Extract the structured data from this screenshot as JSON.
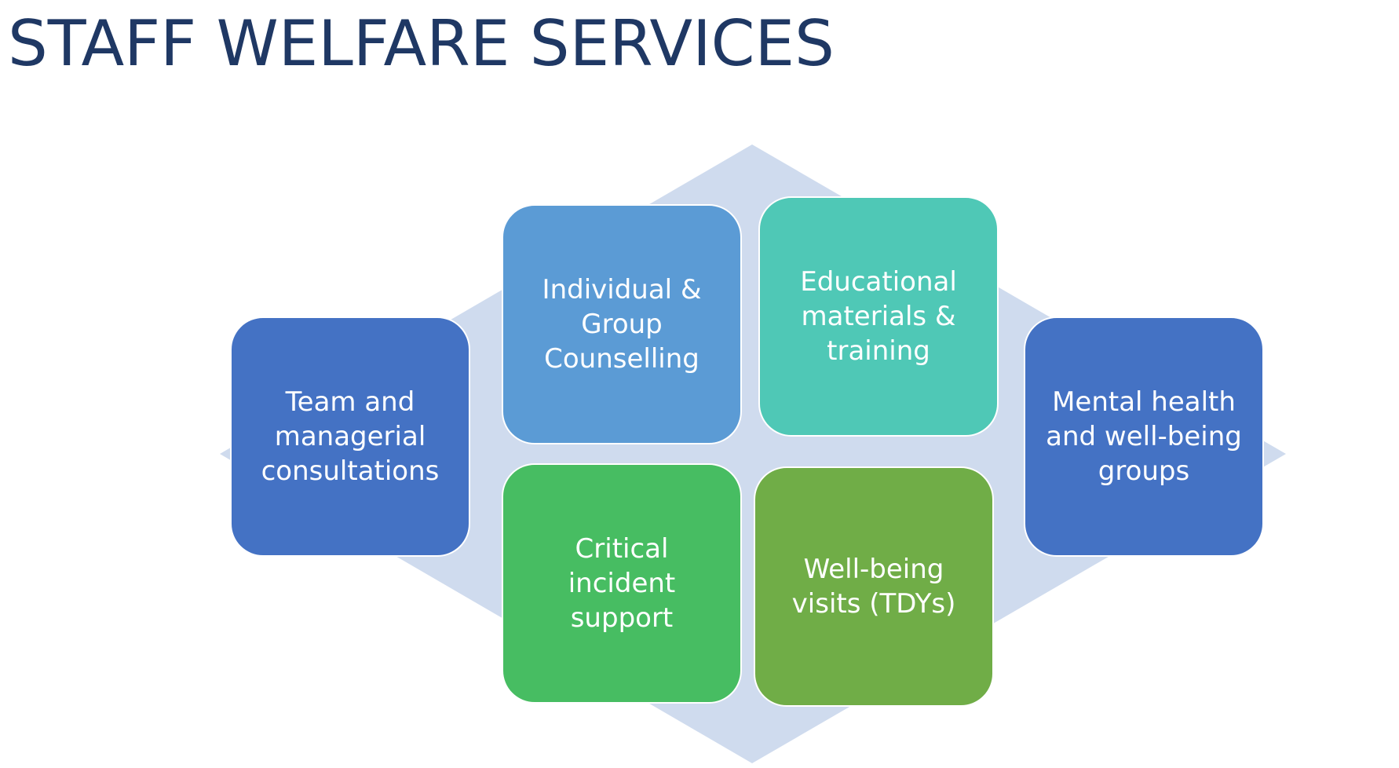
{
  "title": "STAFF WELFARE SERVICES",
  "colors": {
    "title": "#1f3864",
    "diamond": "#cfdbee",
    "dark_blue": "#4472c4",
    "light_blue": "#5b9bd5",
    "teal": "#4fc8b6",
    "green": "#47bd62",
    "olive_green": "#70ad47"
  },
  "services": {
    "left": {
      "label": "Team and\nmanagerial\nconsultations",
      "color": "#4472c4"
    },
    "top_left": {
      "label": "Individual &\nGroup\nCounselling",
      "color": "#5b9bd5"
    },
    "top_right": {
      "label": "Educational\nmaterials &\ntraining",
      "color": "#4fc8b6"
    },
    "bottom_left": {
      "label": "Critical incident\nsupport",
      "color": "#47bd62"
    },
    "bottom_right": {
      "label": "Well-being\nvisits (TDYs)",
      "color": "#70ad47"
    },
    "right": {
      "label": "Mental health\nand well-being\ngroups",
      "color": "#4472c4"
    }
  }
}
